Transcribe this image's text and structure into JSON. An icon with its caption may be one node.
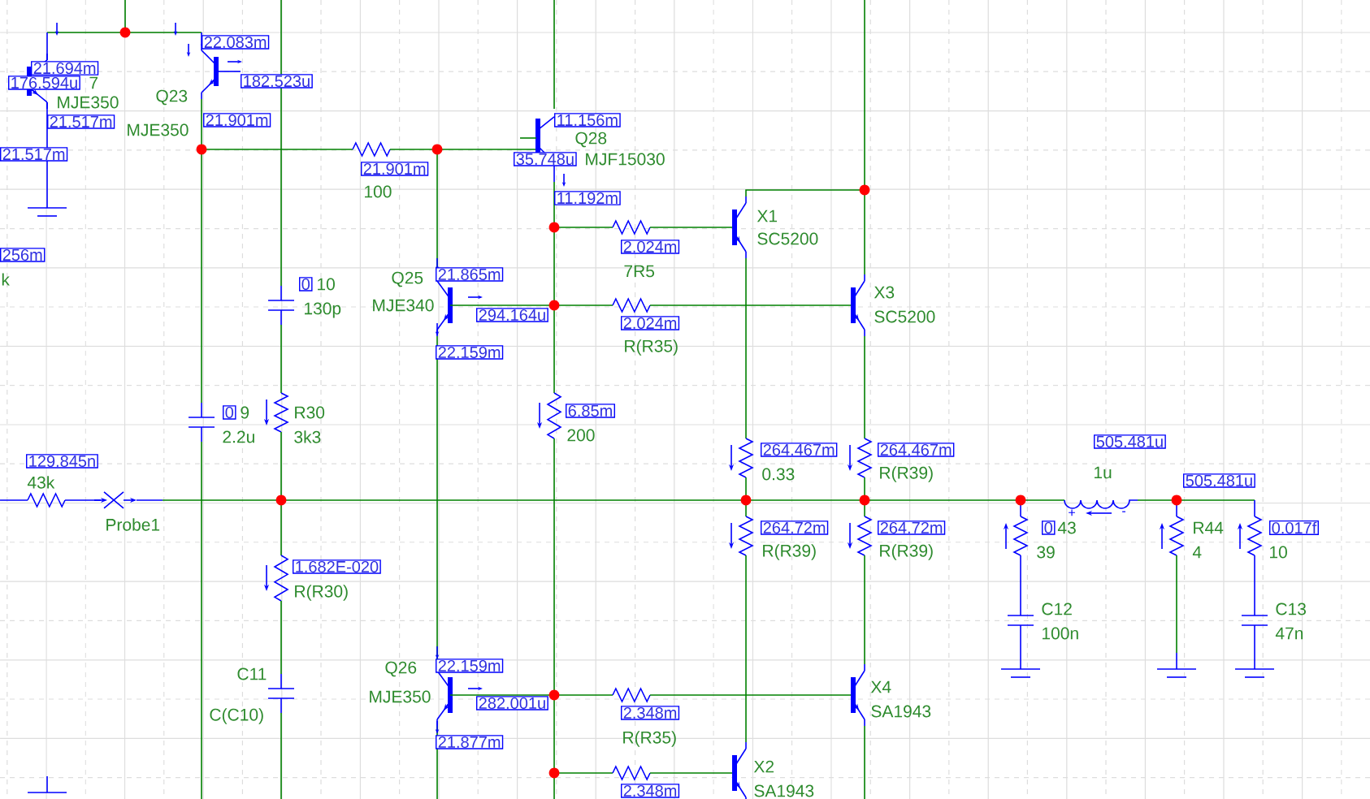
{
  "diagram": {
    "labels": [
      "21.694m",
      "22.083m",
      "176.594u",
      "7",
      "182.523u",
      "MJE350",
      "Q23",
      "21.517m",
      "MJE350",
      "21.901m",
      "11.156m",
      "Q28",
      "21.517m",
      "21.901m",
      "35.748u",
      "MJF15030",
      "100",
      "11.192m",
      "X1",
      "SC5200",
      "2.024m",
      "256m",
      "7R5",
      "k",
      "0",
      "10",
      "Q25",
      "21.865m",
      "X3",
      "130p",
      "MJE340",
      "294.164u",
      "SC5200",
      "2.024m",
      "R(R35)",
      "22.159m",
      "0",
      "9",
      "R30",
      "6.85m",
      "2.2u",
      "3k3",
      "200",
      "129.845n",
      "264.467m",
      "264.467m",
      "505.481u",
      "43k",
      "0.33",
      "R(R39)",
      "1u",
      "505.481u",
      "+",
      "-",
      "Probe1",
      "264.72m",
      "264.72m",
      "0",
      "43",
      "R44",
      "0.017f",
      "R(R39)",
      "R(R39)",
      "39",
      "4",
      "10",
      "1.682E-020",
      "R(R30)",
      "C12",
      "C13",
      "100n",
      "47n",
      "C11",
      "Q26",
      "22.159m",
      "MJE350",
      "282.001u",
      "X4",
      "C(C10)",
      "2.348m",
      "SA1943",
      "21.877m",
      "R(R35)",
      "X2",
      "2.348m",
      "SA1943"
    ]
  }
}
